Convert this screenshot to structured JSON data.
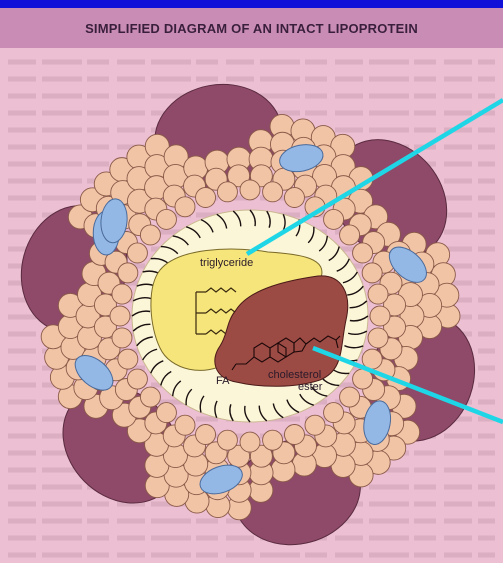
{
  "title": "SIMPLIFIED DIAGRAM OF AN INTACT LIPOPROTEIN",
  "labels": {
    "triglyceride": "triglyceride",
    "cholesterol_line1": "cholesterol",
    "cholesterol_line2": "ester",
    "fatty_acid": "FA"
  },
  "colors": {
    "background_blue": "#1010d8",
    "title_bar": "#c98db5",
    "page_pink": "#ecbfd2",
    "phospholipid_head": "#f2c4a6",
    "apoprotein_maroon": "#8e4a68",
    "apoprotein_blue": "#94b8e6",
    "core": "#fbf6d8",
    "triglyceride_fill": "#f5e57a",
    "cholesterol_fill": "#9c4a44",
    "pointer_line": "#1ed6e6"
  }
}
